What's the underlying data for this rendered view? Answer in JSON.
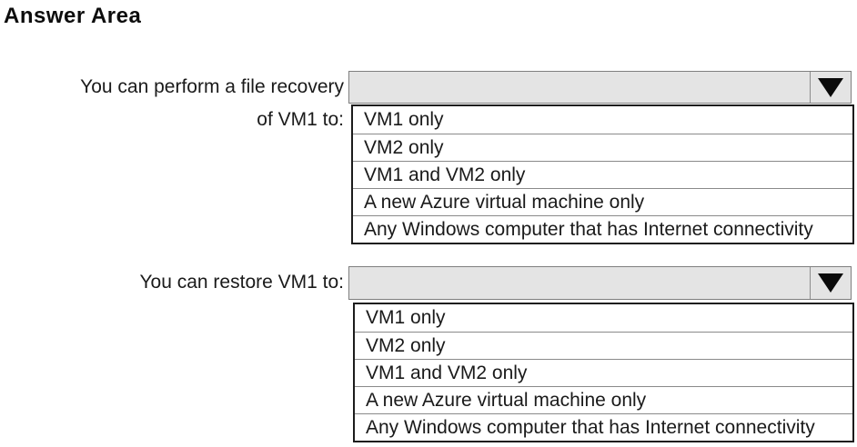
{
  "title": "Answer Area",
  "colors": {
    "background": "#ffffff",
    "text": "#1a1a1a",
    "dropdown_fill": "#e4e4e4",
    "dropdown_border": "#7f7f7f",
    "list_border": "#1c1c1c",
    "row_divider": "#8a8a8a",
    "arrow": "#0a0a0a"
  },
  "icons": {
    "dropdown_arrow": "▼"
  },
  "questions": [
    {
      "label_lines": [
        "You can perform a file recovery",
        "of VM1 to:"
      ],
      "dropdown": {
        "value": ""
      },
      "options": [
        "VM1 only",
        "VM2 only",
        "VM1 and VM2 only",
        "A new Azure virtual machine only",
        "Any Windows computer that has Internet connectivity"
      ]
    },
    {
      "label_lines": [
        "You can restore VM1 to:"
      ],
      "dropdown": {
        "value": ""
      },
      "options": [
        "VM1 only",
        "VM2 only",
        "VM1 and VM2 only",
        "A new Azure virtual machine only",
        "Any Windows computer that has Internet connectivity"
      ]
    }
  ]
}
